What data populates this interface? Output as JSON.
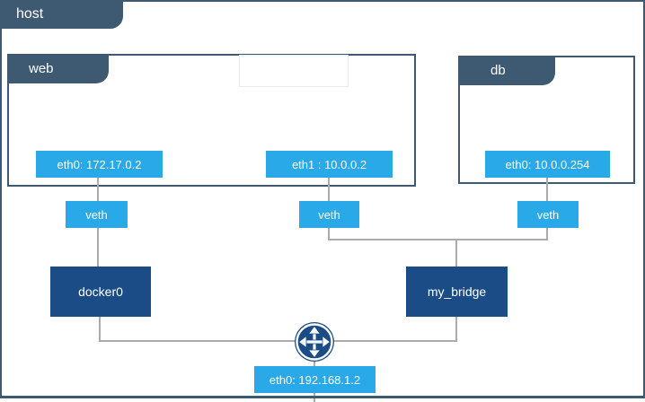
{
  "colors": {
    "slate": "#3E5A73",
    "blue": "#29A9E8",
    "navy": "#1B4C85",
    "gray": "#ABABAB"
  },
  "host": {
    "label": "host",
    "interface_eth0": "eth0: 192.168.1.2"
  },
  "containers": {
    "web": {
      "label": "web",
      "eth0": "eth0: 172.17.0.2",
      "eth1": "eth1 : 10.0.0.2"
    },
    "db": {
      "label": "db",
      "eth0": "eth0: 10.0.0.254"
    }
  },
  "veth": {
    "label": "veth"
  },
  "bridges": {
    "docker0": "docker0",
    "my_bridge": "my_bridge"
  },
  "icons": {
    "router": "crossed-arrows-router-icon"
  }
}
